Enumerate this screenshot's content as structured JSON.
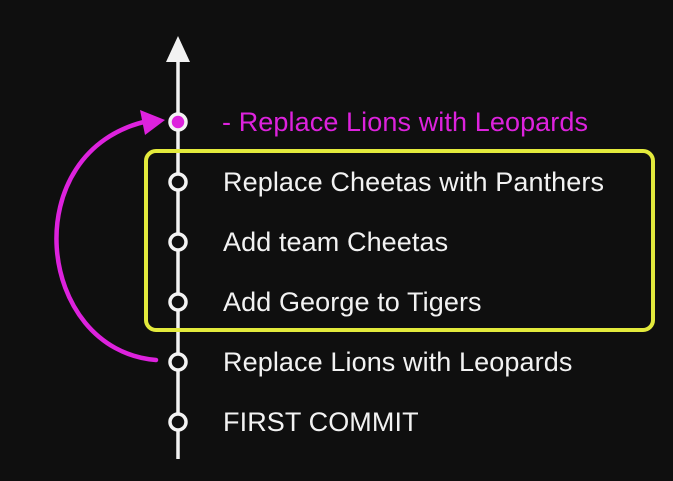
{
  "colors": {
    "background": "#0f0f0f",
    "timeline": "#f2f2f2",
    "highlight": "#dd22dd",
    "selection_box": "#e3ea3c"
  },
  "diagram": {
    "arrow_icon": "arrow-up-icon",
    "commits": [
      {
        "label": "- Replace Lions with Leopards",
        "highlighted": true
      },
      {
        "label": "Replace Cheetas with Panthers",
        "highlighted": false
      },
      {
        "label": "Add team Cheetas",
        "highlighted": false
      },
      {
        "label": "Add George to Tigers",
        "highlighted": false
      },
      {
        "label": "Replace Lions with Leopards",
        "highlighted": false
      },
      {
        "label": "FIRST COMMIT",
        "highlighted": false
      }
    ]
  }
}
